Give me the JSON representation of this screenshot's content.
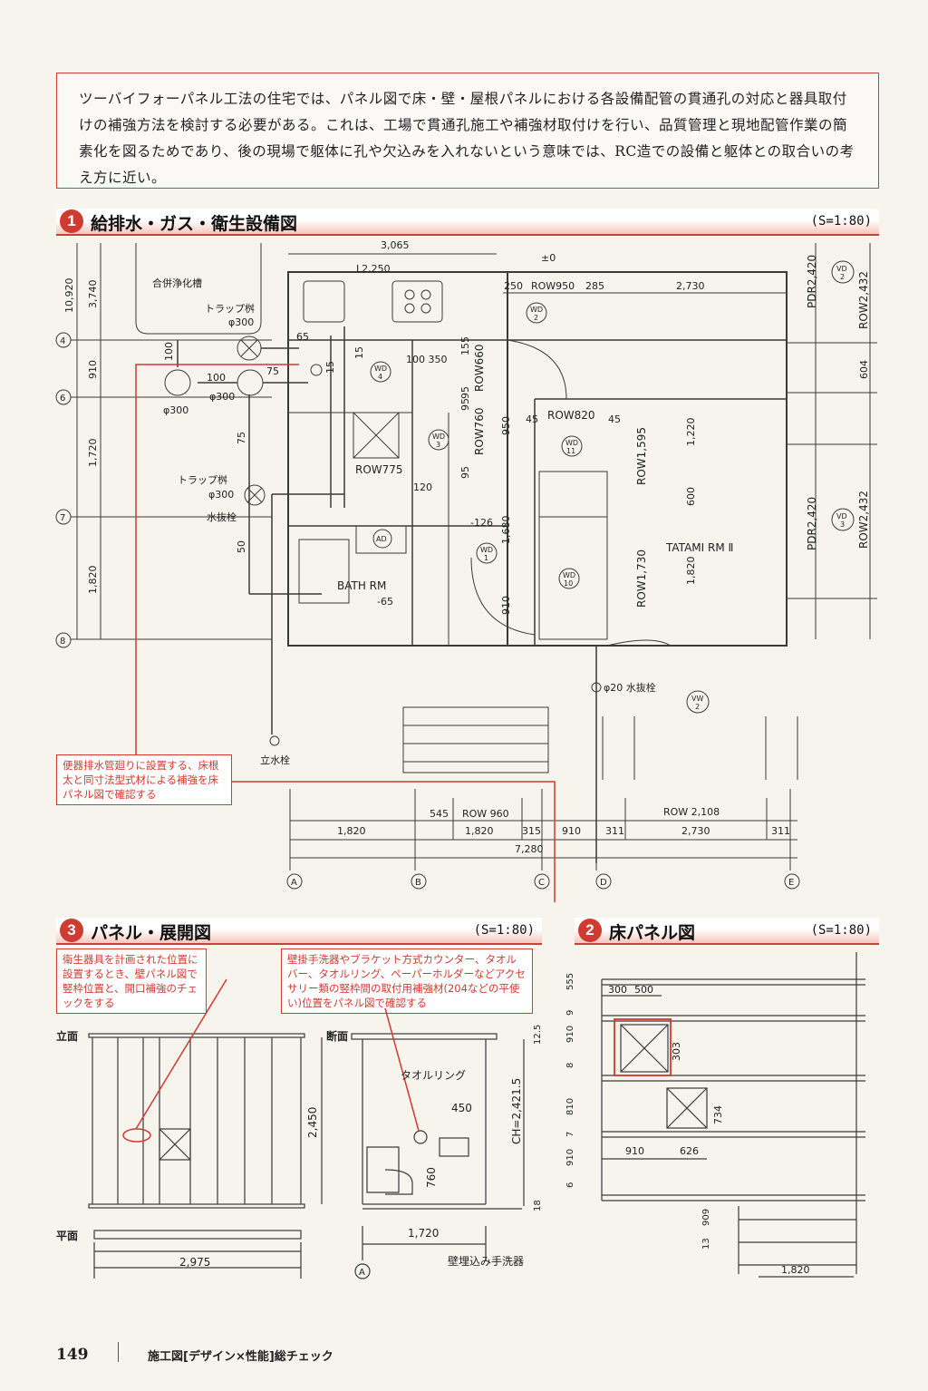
{
  "intro": {
    "text": "ツーバイフォーパネル工法の住宅では、パネル図で床・壁・屋根パネルにおける各設備配管の貫通孔の対応と器具取付けの補強方法を検討する必要がある。これは、工場で貫通孔施工や補強材取付けを行い、品質管理と現地配管作業の簡素化を図るためであり、後の現場で躯体に孔や欠込みを入れないという意味では、RC造での設備と躯体との取合いの考え方に近い。"
  },
  "section1": {
    "number": "1",
    "title": "給排水・ガス・衛生設備図",
    "scale": "(S=1:80)",
    "labels": {
      "septic": "合併浄化槽",
      "trap1": "トラップ桝",
      "trap1_dia": "φ300",
      "dia_left": "φ300",
      "dia_mid": "φ300",
      "trap2": "トラップ桝",
      "trap2_dia": "φ300",
      "drain": "水抜栓",
      "bath": "BATH RM",
      "tatami": "TATAMI RM Ⅱ",
      "drain20": "φ20 水抜栓",
      "standpipe": "立水栓",
      "pm0": "±0",
      "m126": "-126",
      "m65": "-65"
    },
    "dims_top": {
      "d3065": "3,065",
      "l2250": "L2,250",
      "d250": "250",
      "row950": "ROW950",
      "d285": "285",
      "d2730": "2,730"
    },
    "dims_left": [
      "10,920",
      "3,740",
      "910",
      "1,720",
      "1,820"
    ],
    "grid_rows": [
      "4",
      "6",
      "7",
      "8"
    ],
    "grid_cols": [
      "A",
      "B",
      "C",
      "D",
      "E"
    ],
    "pipe_dims": [
      "100",
      "100",
      "75",
      "65",
      "15",
      "15",
      "75",
      "50",
      "100 350",
      "155",
      "95",
      "95",
      "950",
      "95",
      "120",
      "45",
      "45",
      "1,680",
      "910"
    ],
    "rows": {
      "row660": "ROW660",
      "row760": "ROW760",
      "row820": "ROW820",
      "row775": "ROW775",
      "row1595": "ROW1,595",
      "row1730": "ROW1,730",
      "d1220": "1,220",
      "d600": "600",
      "d1820": "1,820",
      "pdr1": "PDR2,420",
      "pdr2": "PDR2,420",
      "row2432a": "ROW2,432",
      "row2432b": "ROW2,432",
      "d604": "604"
    },
    "tags": {
      "wd2": [
        "WD",
        "2"
      ],
      "wd4": [
        "WD",
        "4"
      ],
      "wd3": [
        "WD",
        "3"
      ],
      "wd11": [
        "WD",
        "11"
      ],
      "wd1": [
        "WD",
        "1"
      ],
      "wd10": [
        "WD",
        "10"
      ],
      "ad": "AD",
      "vw2": [
        "VW",
        "2"
      ],
      "vd2": [
        "VD",
        "2"
      ],
      "vd3": [
        "VD",
        "3"
      ]
    },
    "dims_bottom": {
      "d545": "545",
      "row960": "ROW 960",
      "row2108": "ROW 2,108",
      "d1820a": "1,820",
      "d1820b": "1,820",
      "d315": "315",
      "d910": "910",
      "d311a": "311",
      "d2730": "2,730",
      "d311b": "311",
      "total": "7,280"
    },
    "note": "便器排水管廻りに設置する、床根太と同寸法型式材による補強を床パネル図で確認する"
  },
  "section2": {
    "number": "2",
    "title": "床パネル図",
    "scale": "(S=1:80)",
    "dims": {
      "d300": "300",
      "d500": "500",
      "d303": "303",
      "d734": "734",
      "d910": "910",
      "d626": "626",
      "d1820": "1,820"
    },
    "panels": [
      {
        "no": "9",
        "dim": "555"
      },
      {
        "no": "8",
        "dim": "910"
      },
      {
        "no": "7",
        "dim": "810"
      },
      {
        "no": "6",
        "dim": "910"
      },
      {
        "no": "13",
        "dim": "909"
      }
    ]
  },
  "section3": {
    "number": "3",
    "title": "パネル・展開図",
    "scale": "(S=1:80)",
    "note_left": "衛生器具を計画された位置に設置するとき、壁パネル図で竪枠位置と、開口補強のチェックをする",
    "note_right": "壁掛手洗器やブラケット方式カウンター、タオルバー、タオルリング、ペーパーホルダーなどアクセサリー類の竪枠間の取付用補強材(204などの平使い)位置をパネル図で確認する",
    "elevation_label": "立面",
    "section_label": "断面",
    "plan_label": "平面",
    "towel_ring": "タオルリング",
    "basin": "壁埋込み手洗器",
    "dims": {
      "d2450": "2,450",
      "d2975": "2,975",
      "d450": "450",
      "d760": "760",
      "d1720": "1,720",
      "ch": "CH=2,421.5",
      "d125": "12.5",
      "d18": "18"
    },
    "grid": "A"
  },
  "footer": {
    "page": "149",
    "text": "施工図[デザイン×性能]総チェック"
  },
  "colors": {
    "accent": "#d03a30",
    "line": "#3a3a3a"
  }
}
